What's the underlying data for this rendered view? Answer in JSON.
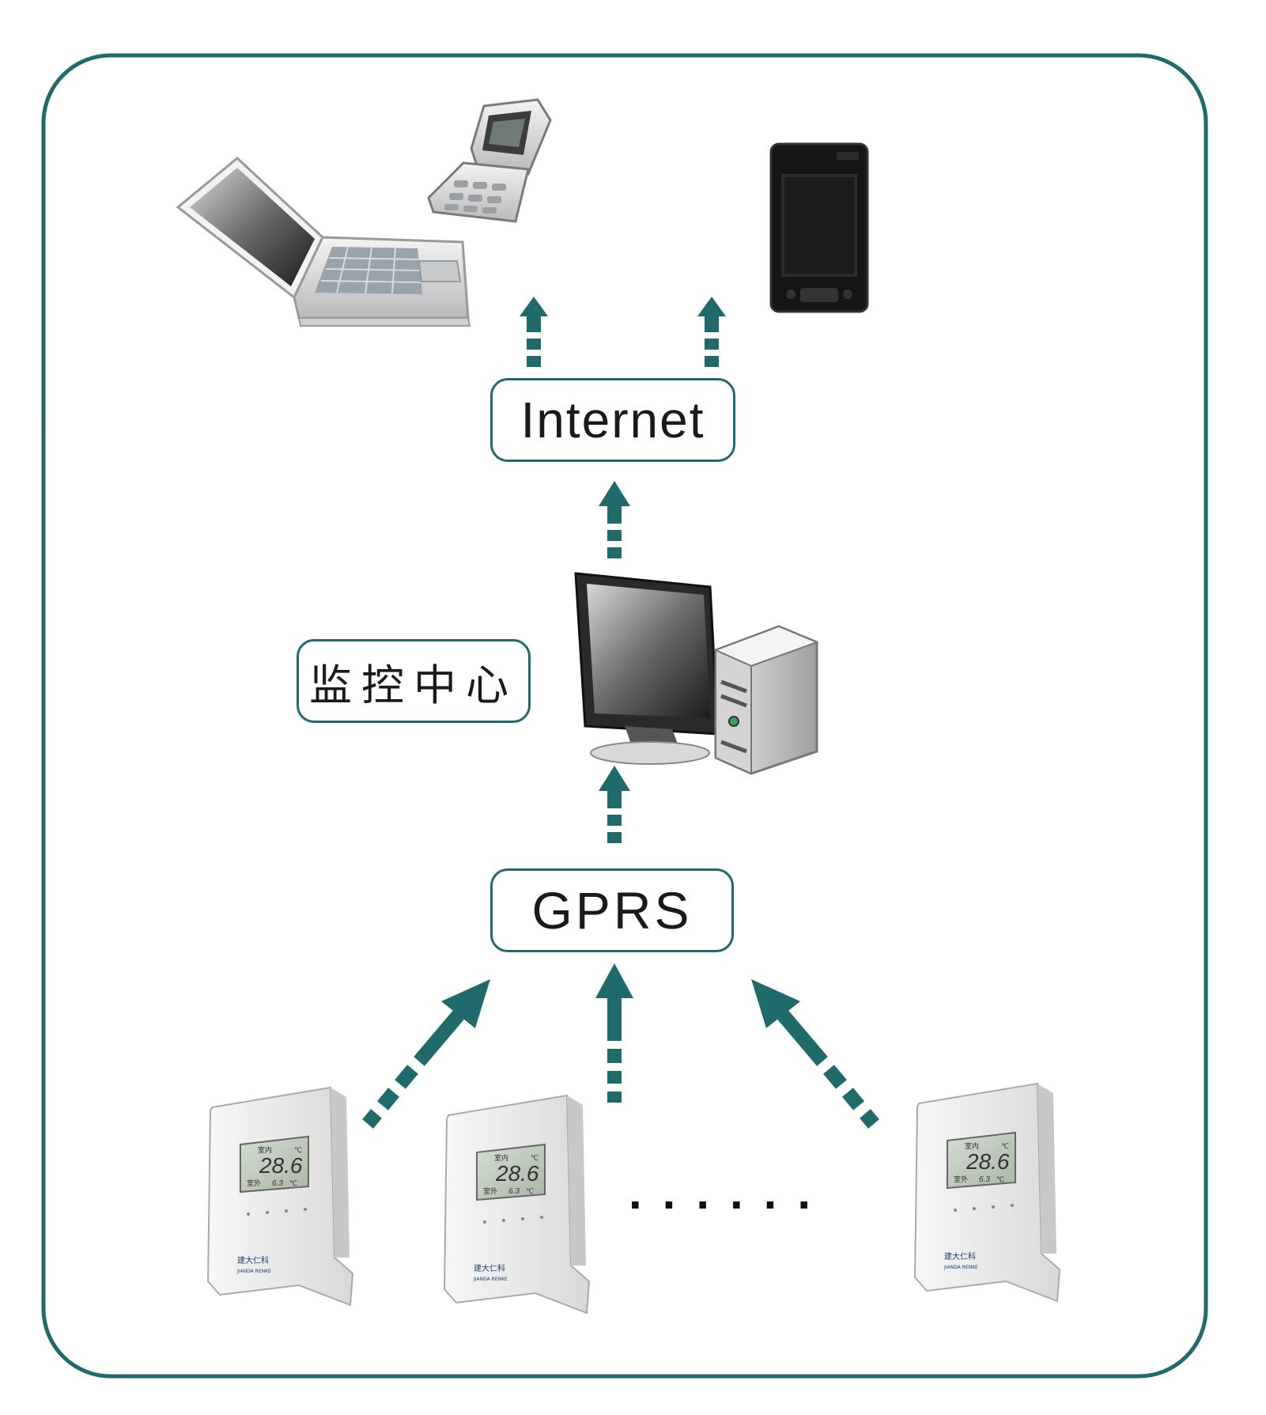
{
  "labels": {
    "internet": "Internet",
    "gprs": "GPRS",
    "monitor_center": "监控中心"
  },
  "sensor": {
    "indoor_reading": "28.6",
    "outdoor_label": "室外",
    "outdoor_reading": "6.3",
    "indoor_label": "室内",
    "unit": "℃",
    "brand_cn": "建大仁科",
    "brand_en": "JIANDA RENKE"
  },
  "ellipsis": "......",
  "colors": {
    "accent": "#1f6b6b",
    "frame": "#1f6b6b",
    "text": "#1a1a1a"
  },
  "icons": [
    "laptop-icon",
    "flip-phone-icon",
    "pda-icon",
    "desktop-computer-icon",
    "temperature-sensor-icon"
  ]
}
